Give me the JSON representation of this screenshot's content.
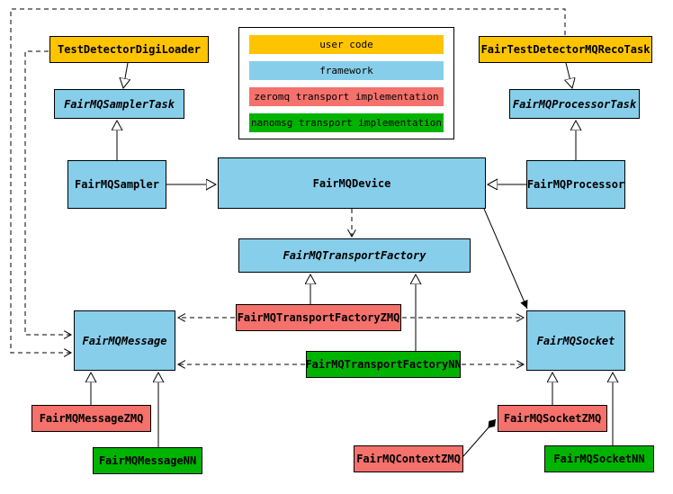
{
  "colors": {
    "user_code": "#ffc400",
    "framework": "#87ceeb",
    "zeromq": "#f4716c",
    "nanomsg": "#00b300",
    "line": "#000000"
  },
  "legend": {
    "items": [
      {
        "label": "user code",
        "type": "user_code"
      },
      {
        "label": "framework",
        "type": "framework"
      },
      {
        "label": "zeromq transport implementation",
        "type": "zeromq"
      },
      {
        "label": "nanomsg transport implementation",
        "type": "nanomsg"
      }
    ]
  },
  "nodes": {
    "testDetectorDigiLoader": {
      "label": "TestDetectorDigiLoader",
      "type": "user_code",
      "abstract": false
    },
    "fairTestDetectorMQRecoTask": {
      "label": "FairTestDetectorMQRecoTask",
      "type": "user_code",
      "abstract": false
    },
    "fairMQSamplerTask": {
      "label": "FairMQSamplerTask",
      "type": "framework",
      "abstract": true
    },
    "fairMQProcessorTask": {
      "label": "FairMQProcessorTask",
      "type": "framework",
      "abstract": true
    },
    "fairMQSampler": {
      "label": "FairMQSampler",
      "type": "framework",
      "abstract": false
    },
    "fairMQDevice": {
      "label": "FairMQDevice",
      "type": "framework",
      "abstract": false
    },
    "fairMQProcessor": {
      "label": "FairMQProcessor",
      "type": "framework",
      "abstract": false
    },
    "fairMQTransportFactory": {
      "label": "FairMQTransportFactory",
      "type": "framework",
      "abstract": true
    },
    "fairMQTransportFactoryZMQ": {
      "label": "FairMQTransportFactoryZMQ",
      "type": "zeromq",
      "abstract": false
    },
    "fairMQTransportFactoryNN": {
      "label": "FairMQTransportFactoryNN",
      "type": "nanomsg",
      "abstract": false
    },
    "fairMQMessage": {
      "label": "FairMQMessage",
      "type": "framework",
      "abstract": true
    },
    "fairMQSocket": {
      "label": "FairMQSocket",
      "type": "framework",
      "abstract": true
    },
    "fairMQMessageZMQ": {
      "label": "FairMQMessageZMQ",
      "type": "zeromq",
      "abstract": false
    },
    "fairMQMessageNN": {
      "label": "FairMQMessageNN",
      "type": "nanomsg",
      "abstract": false
    },
    "fairMQSocketZMQ": {
      "label": "FairMQSocketZMQ",
      "type": "zeromq",
      "abstract": false
    },
    "fairMQSocketNN": {
      "label": "FairMQSocketNN",
      "type": "nanomsg",
      "abstract": false
    },
    "fairMQContextZMQ": {
      "label": "FairMQContextZMQ",
      "type": "zeromq",
      "abstract": false
    }
  }
}
